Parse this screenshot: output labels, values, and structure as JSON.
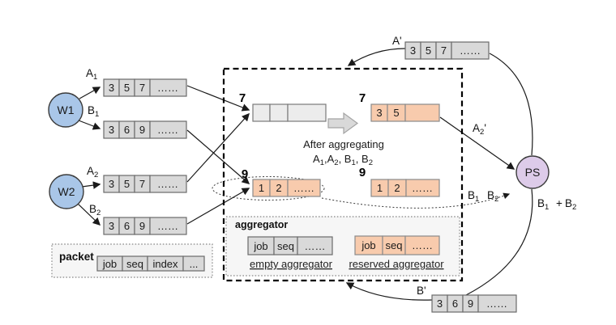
{
  "figure": {
    "workers": {
      "w1": "W1",
      "w2": "W2"
    },
    "ps": "PS",
    "labels": {
      "a1": {
        "base": "A",
        "sub": "1"
      },
      "b1": {
        "base": "B",
        "sub": "1"
      },
      "a2": {
        "base": "A",
        "sub": "2"
      },
      "b2": {
        "base": "B",
        "sub": "2"
      },
      "a_prime": "A'",
      "b_prime": "B'",
      "a2_prime": {
        "base": "A",
        "sub": "2",
        "prime": "'"
      },
      "ps_in_b1": {
        "base": "B",
        "sub": "1"
      },
      "ps_in_b2": {
        "base": "B",
        "sub": "2"
      },
      "ps_sum_b1": {
        "base": "B",
        "sub": "1"
      },
      "ps_sum_plus": "+",
      "ps_sum_b2": {
        "base": "B",
        "sub": "2"
      },
      "agg7_count": "7",
      "agg7_count_after": "7",
      "agg9_count": "9",
      "agg9_count_after": "9"
    },
    "after": {
      "line1": "After aggregating",
      "p1": "A",
      "s1": "1",
      "p2": ",A",
      "s2": "2",
      "p3": ", B",
      "s3": "1",
      "p4": ", B",
      "s4": "2"
    },
    "packets": {
      "a1": [
        "3",
        "5",
        "7",
        "……"
      ],
      "b1": [
        "3",
        "6",
        "9",
        "……"
      ],
      "a2": [
        "3",
        "5",
        "7",
        "……"
      ],
      "b2": [
        "3",
        "6",
        "9",
        "……"
      ],
      "a_prime": [
        "3",
        "5",
        "7",
        "……"
      ],
      "b_prime": [
        "3",
        "6",
        "9",
        "……"
      ],
      "agg7_after": [
        "3",
        "5"
      ],
      "agg9": [
        "1",
        "2",
        "……"
      ],
      "agg9_after": [
        "1",
        "2",
        "……"
      ]
    },
    "legend": {
      "aggregator_title": "aggregator",
      "empty_cells": [
        "job",
        "seq",
        "……"
      ],
      "reserved_cells": [
        "job",
        "seq",
        "……"
      ],
      "empty_caption": "empty aggregator",
      "reserved_caption": "reserved aggregator",
      "packet_title": "packet",
      "packet_cells": [
        "job",
        "seq",
        "index",
        "..."
      ]
    },
    "colors": {
      "worker_fill": "#a9c6e8",
      "ps_fill": "#ddcbe9",
      "packet_fill": "#d9d9d9",
      "reserved_fill": "#f8cbad",
      "empty_aggregator_fill": "#ececec",
      "box_outline": "#6b6b6b",
      "arrow": "#1a1a1a"
    }
  }
}
